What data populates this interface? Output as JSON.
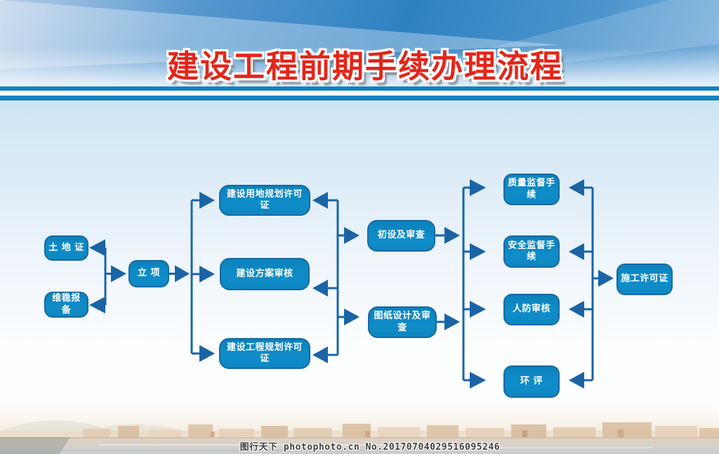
{
  "poster": {
    "title": "建设工程前期手续办理流程",
    "watermark": "图行天下 photophoto.cn  No.20170704029516095246",
    "colors": {
      "title_red": "#e2261a",
      "header_blue": "#2e82c2",
      "stripe_blue": "#1383bf",
      "node_fill": "#0e87c1",
      "node_border": "#1769a2",
      "connector_blue": "#1a64a6",
      "content_top": "#cde5f4"
    },
    "flow": {
      "nodes": [
        {
          "id": "tudizheng",
          "label": "土 地 证"
        },
        {
          "id": "weiwen",
          "label": "维稳报备"
        },
        {
          "id": "lixiang",
          "label": "立  项"
        },
        {
          "id": "yongdi",
          "label": "建设用地规划许可证"
        },
        {
          "id": "fangan",
          "label": "建设方案审核"
        },
        {
          "id": "gongcheng",
          "label": "建设工程规划许可证"
        },
        {
          "id": "chushe",
          "label": "初设及审查"
        },
        {
          "id": "tuzhi",
          "label": "图纸设计及审查"
        },
        {
          "id": "zhiliang",
          "label": "质量监督手续"
        },
        {
          "id": "anquan",
          "label": "安全监督手续"
        },
        {
          "id": "renfang",
          "label": "人防审核"
        },
        {
          "id": "huanping",
          "label": "环  评"
        },
        {
          "id": "shigong",
          "label": "施工许可证"
        }
      ],
      "edges": [
        {
          "from": "junction-1",
          "to": "tudizheng"
        },
        {
          "from": "junction-1",
          "to": "weiwen"
        },
        {
          "from": "junction-1",
          "to": "lixiang"
        },
        {
          "from": "lixiang",
          "to": "junction-2"
        },
        {
          "from": "junction-2",
          "to": "yongdi"
        },
        {
          "from": "junction-2",
          "to": "fangan"
        },
        {
          "from": "junction-2",
          "to": "gongcheng"
        },
        {
          "from": "junction-3",
          "to": "yongdi"
        },
        {
          "from": "junction-3",
          "to": "fangan"
        },
        {
          "from": "junction-3",
          "to": "gongcheng"
        },
        {
          "from": "junction-3",
          "to": "chushe"
        },
        {
          "from": "junction-3",
          "to": "tuzhi"
        },
        {
          "from": "chushe",
          "to": "junction-4"
        },
        {
          "from": "tuzhi",
          "to": "junction-4"
        },
        {
          "from": "junction-4",
          "to": "zhiliang"
        },
        {
          "from": "junction-4",
          "to": "anquan"
        },
        {
          "from": "junction-4",
          "to": "renfang"
        },
        {
          "from": "junction-4",
          "to": "huanping"
        },
        {
          "from": "junction-5",
          "to": "zhiliang"
        },
        {
          "from": "junction-5",
          "to": "anquan"
        },
        {
          "from": "junction-5",
          "to": "renfang"
        },
        {
          "from": "junction-5",
          "to": "huanping"
        },
        {
          "from": "junction-5",
          "to": "shigong"
        }
      ]
    }
  }
}
